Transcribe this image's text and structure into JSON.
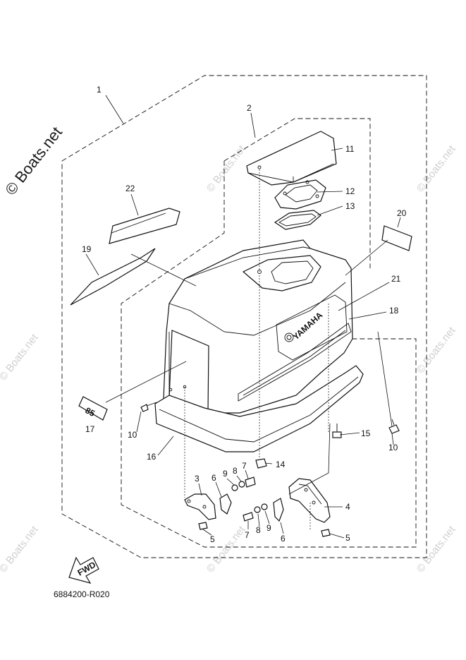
{
  "watermark": {
    "main": "© Boats.net",
    "faint": "© Boats.net"
  },
  "drawing_code": "6884200-R020",
  "fwd_label": "FWD",
  "brand_text": "YAMAHA",
  "decal_text": "85",
  "callouts": {
    "c1": "1",
    "c2": "2",
    "c3": "3",
    "c4": "4",
    "c5a": "5",
    "c5b": "5",
    "c6a": "6",
    "c6b": "6",
    "c7a": "7",
    "c7b": "7",
    "c8a": "8",
    "c8b": "8",
    "c9a": "9",
    "c9b": "9",
    "c10a": "10",
    "c10b": "10",
    "c11": "11",
    "c12": "12",
    "c13": "13",
    "c14": "14",
    "c15": "15",
    "c16": "16",
    "c17": "17",
    "c18": "18",
    "c19": "19",
    "c20": "20",
    "c21": "21",
    "c22": "22"
  }
}
